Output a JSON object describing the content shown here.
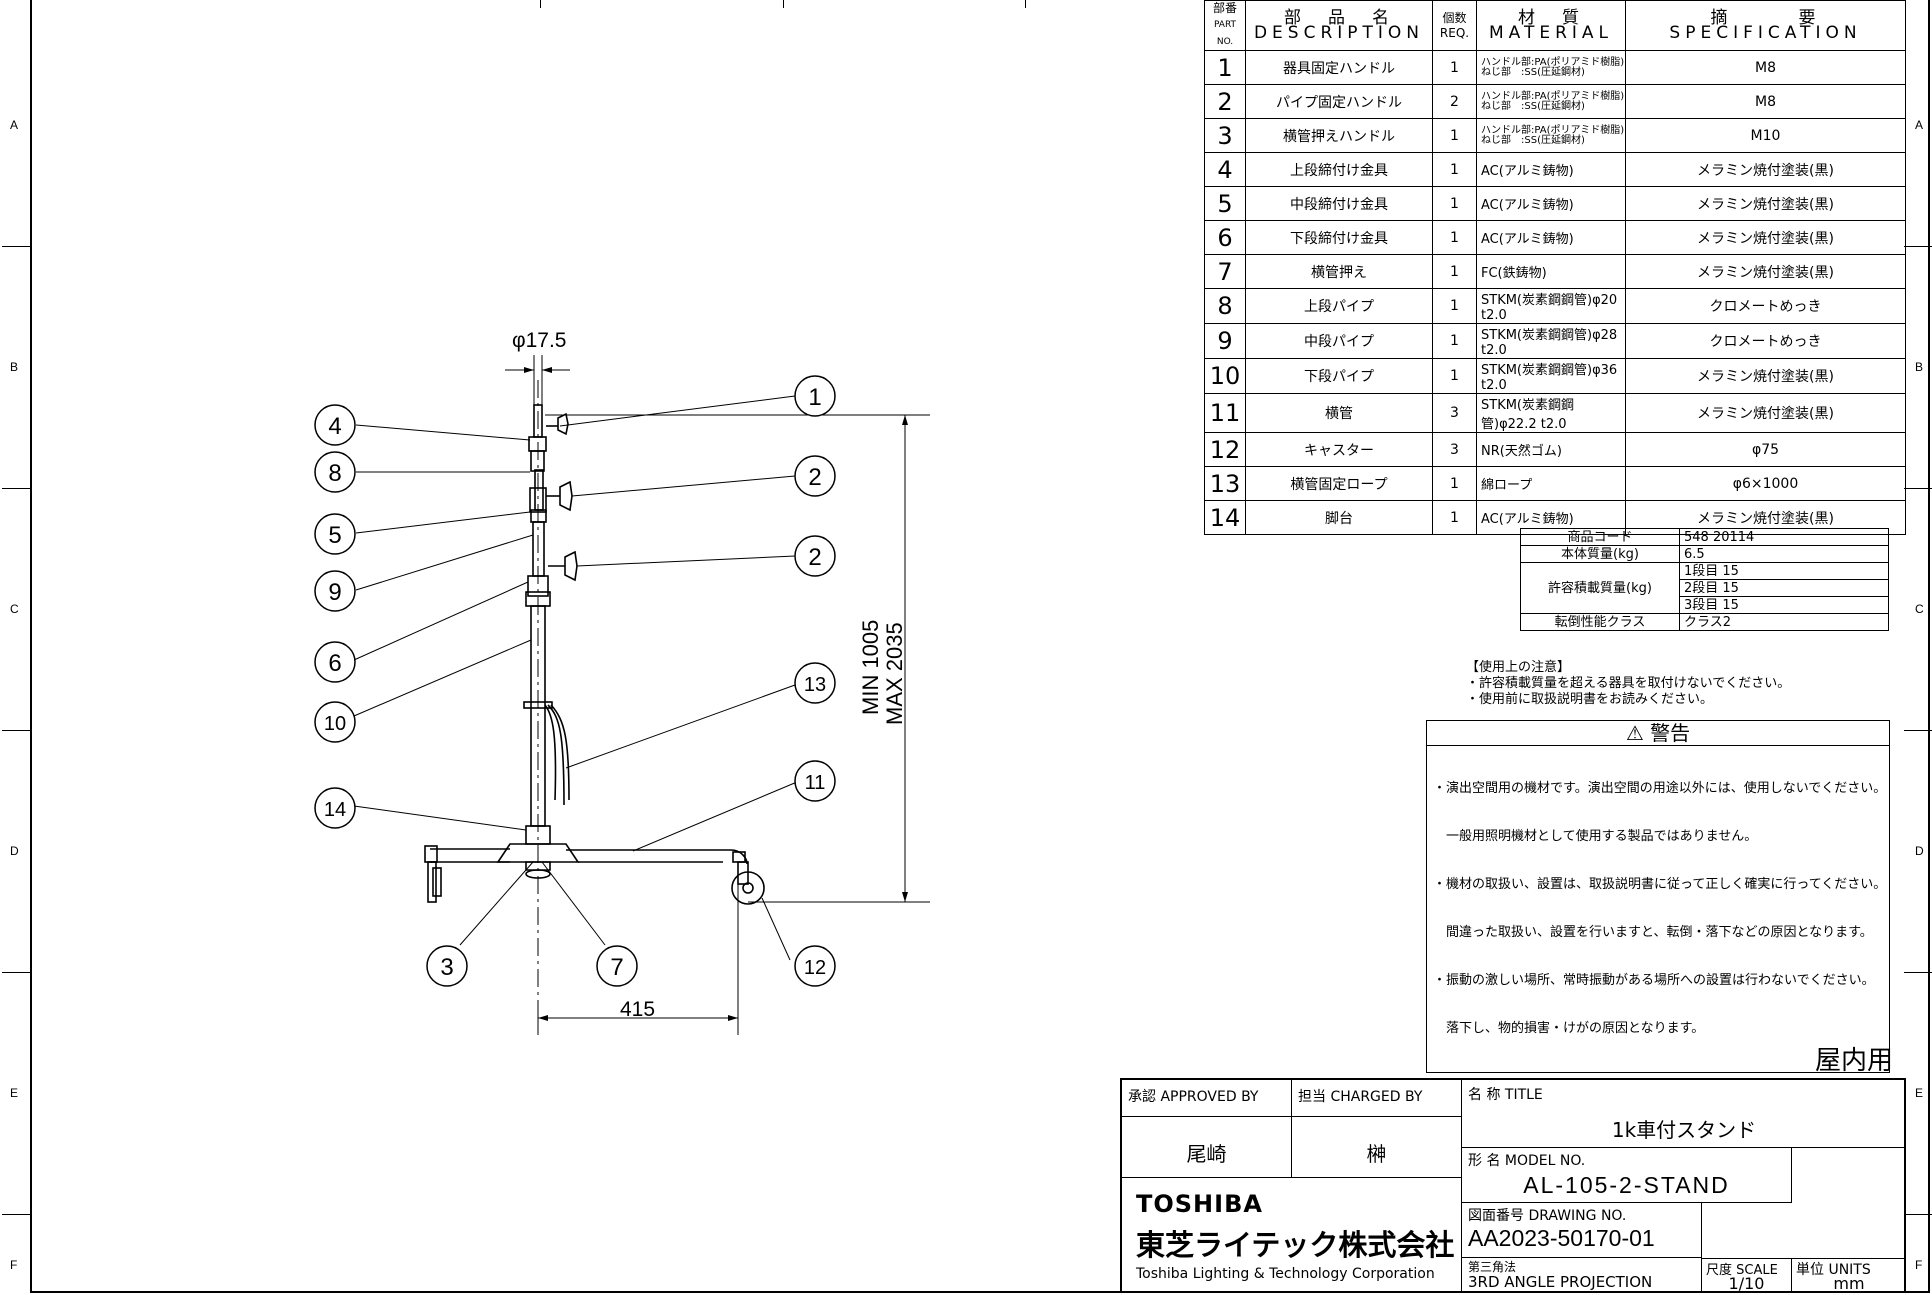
{
  "zone_letters": [
    "A",
    "B",
    "C",
    "D",
    "E",
    "F"
  ],
  "parts_header": {
    "no_ja": "部番",
    "no_en": "PART NO.",
    "desc_ja": "部　品　名",
    "desc_en": "DESCRIPTION",
    "qty_ja": "個数",
    "qty_en": "REQ.",
    "mat_ja": "材　質",
    "mat_en": "MATERIAL",
    "spec_ja": "摘　　　要",
    "spec_en": "SPECIFICATION"
  },
  "parts": [
    {
      "no": "1",
      "desc": "器具固定ハンドル",
      "qty": "1",
      "mat": "ハンドル部:PA(ポリアミド樹脂)\nねじ部　:SS(圧延鋼材)",
      "spec": "M8"
    },
    {
      "no": "2",
      "desc": "パイプ固定ハンドル",
      "qty": "2",
      "mat": "ハンドル部:PA(ポリアミド樹脂)\nねじ部　:SS(圧延鋼材)",
      "spec": "M8"
    },
    {
      "no": "3",
      "desc": "横管押えハンドル",
      "qty": "1",
      "mat": "ハンドル部:PA(ポリアミド樹脂)\nねじ部　:SS(圧延鋼材)",
      "spec": "M10"
    },
    {
      "no": "4",
      "desc": "上段締付け金具",
      "qty": "1",
      "mat": "AC(アルミ鋳物)",
      "spec": "メラミン焼付塗装(黒)"
    },
    {
      "no": "5",
      "desc": "中段締付け金具",
      "qty": "1",
      "mat": "AC(アルミ鋳物)",
      "spec": "メラミン焼付塗装(黒)"
    },
    {
      "no": "6",
      "desc": "下段締付け金具",
      "qty": "1",
      "mat": "AC(アルミ鋳物)",
      "spec": "メラミン焼付塗装(黒)"
    },
    {
      "no": "7",
      "desc": "横管押え",
      "qty": "1",
      "mat": "FC(鉄鋳物)",
      "spec": "メラミン焼付塗装(黒)"
    },
    {
      "no": "8",
      "desc": "上段パイプ",
      "qty": "1",
      "mat": "STKM(炭素鋼鋼管)φ20 t2.0",
      "spec": "クロメートめっき"
    },
    {
      "no": "9",
      "desc": "中段パイプ",
      "qty": "1",
      "mat": "STKM(炭素鋼鋼管)φ28 t2.0",
      "spec": "クロメートめっき"
    },
    {
      "no": "10",
      "desc": "下段パイプ",
      "qty": "1",
      "mat": "STKM(炭素鋼鋼管)φ36 t2.0",
      "spec": "メラミン焼付塗装(黒)"
    },
    {
      "no": "11",
      "desc": "横管",
      "qty": "3",
      "mat": "STKM(炭素鋼鋼管)φ22.2 t2.0",
      "spec": "メラミン焼付塗装(黒)"
    },
    {
      "no": "12",
      "desc": "キャスター",
      "qty": "3",
      "mat": "NR(天然ゴム)",
      "spec": "φ75"
    },
    {
      "no": "13",
      "desc": "横管固定ロープ",
      "qty": "1",
      "mat": "綿ロープ",
      "spec": "φ6×1000"
    },
    {
      "no": "14",
      "desc": "脚台",
      "qty": "1",
      "mat": "AC(アルミ鋳物)",
      "spec": "メラミン焼付塗装(黒)"
    }
  ],
  "info": {
    "code_label": "商品コード",
    "code": "548 20114",
    "mass_label": "本体質量(kg)",
    "mass": "6.5",
    "load_label": "許容積載質量(kg)",
    "load": [
      "1段目 15",
      "2段目 15",
      "3段目 15"
    ],
    "tip_label": "転倒性能クラス",
    "tip": "クラス2"
  },
  "notes": [
    "【使用上の注意】",
    "・許容積載質量を超える器具を取付けないでください。",
    "・使用前に取扱説明書をお読みください。"
  ],
  "warning": {
    "title": "警告",
    "lines": [
      "・演出空間用の機材です。演出空間の用途以外には、使用しないでください。",
      "　一般用照明機材として使用する製品ではありません。",
      "・機材の取扱い、設置は、取扱説明書に従って正しく確実に行ってください。",
      "　間違った取扱い、設置を行いますと、転倒・落下などの原因となります。",
      "・振動の激しい場所、常時振動がある場所への設置は行わないでください。",
      "　落下し、物的損害・けがの原因となります。"
    ]
  },
  "indoor": "屋内用",
  "drawing": {
    "dia": "φ17.5",
    "height_min": "MIN 1005",
    "height_max": "MAX 2035",
    "width": "415",
    "balloons": [
      "1",
      "2",
      "2",
      "3",
      "4",
      "5",
      "6",
      "7",
      "8",
      "9",
      "10",
      "11",
      "12",
      "13",
      "14"
    ]
  },
  "title_block": {
    "approved_label": "承認 APPROVED BY",
    "approved": "尾崎",
    "charged_label": "担当 CHARGED BY",
    "charged": "榊",
    "company_logo": "TOSHIBA",
    "company_ja": "東芝ライテック株式会社",
    "company_en": "Toshiba Lighting & Technology Corporation",
    "title_label": "名 称 TITLE",
    "title": "1k車付スタンド",
    "model_label": "形 名 MODEL NO.",
    "model": "AL-105-2-STAND",
    "drawing_label": "図面番号 DRAWING NO.",
    "drawing": "AA2023-50170-01",
    "projection_label": "第三角法",
    "projection": "3RD ANGLE PROJECTION",
    "scale_label": "尺度 SCALE",
    "scale": "1/10",
    "units_label": "単位 UNITS",
    "units": "mm"
  }
}
